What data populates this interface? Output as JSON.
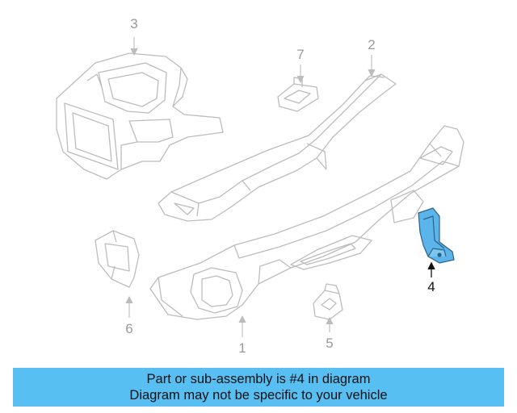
{
  "callouts": {
    "c1": "1",
    "c2": "2",
    "c3": "3",
    "c4": "4",
    "c5": "5",
    "c6": "6",
    "c7": "7"
  },
  "banner": {
    "line1": "Part or sub-assembly is #4 in diagram",
    "line2": "Diagram may not be specific to your vehicle"
  },
  "colors": {
    "highlight": "#58bff3",
    "part_fill": "#5cb5ea",
    "outline": "#bcbcbc"
  }
}
